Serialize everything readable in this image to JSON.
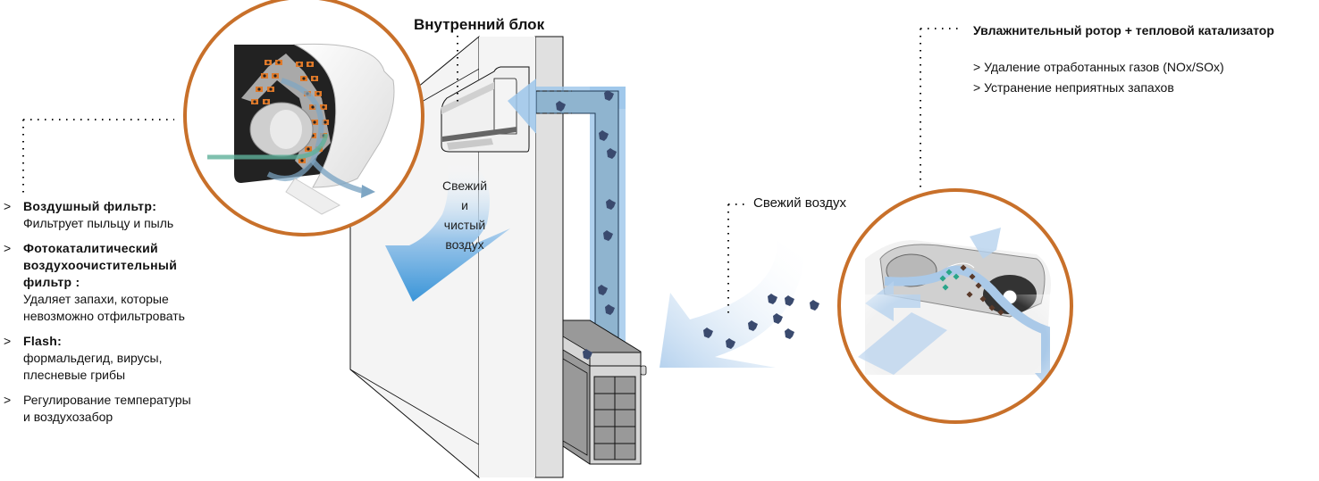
{
  "labels": {
    "indoor_unit": "Внутренний блок",
    "fresh_clean_air": [
      "Свежий",
      "и",
      "чистый",
      "воздух"
    ],
    "fresh_air": "Свежий воздух",
    "humidifier_title": "Увлажнительный ротор + тепловой катализатор",
    "humidifier_points": [
      "> Удаление отработанных газов (NOx/SOx)",
      "> Устранение неприятных запахов"
    ]
  },
  "features": [
    {
      "bullet": ">",
      "title": "Воздушный фильтр:",
      "desc": [
        "Фильтрует пыльцу и пыль"
      ]
    },
    {
      "bullet": ">",
      "title_lines": [
        "Фотокаталитический",
        "воздухоочистительный",
        "фильтр :"
      ],
      "desc": [
        "Удаляет запахи, которые",
        "невозможно отфильтровать"
      ]
    },
    {
      "bullet": ">",
      "title": "Flash:",
      "desc": [
        "формальдегид, вирусы,",
        "плесневые грибы"
      ]
    },
    {
      "bullet": ">",
      "title": "",
      "desc": [
        "Регулирование температуры",
        "и воздухозабор"
      ]
    }
  ],
  "colors": {
    "callout_ring": "#c8702a",
    "airflow_blue": "#3a95d8",
    "pipe_blue": "#8fb4cf",
    "particle": "#3a4a6e",
    "wall": "#f4f4f4",
    "wall_edge": "#dddddd",
    "outdoor_unit": "#d6d6d6",
    "filter_orange": "#e07a2a"
  }
}
